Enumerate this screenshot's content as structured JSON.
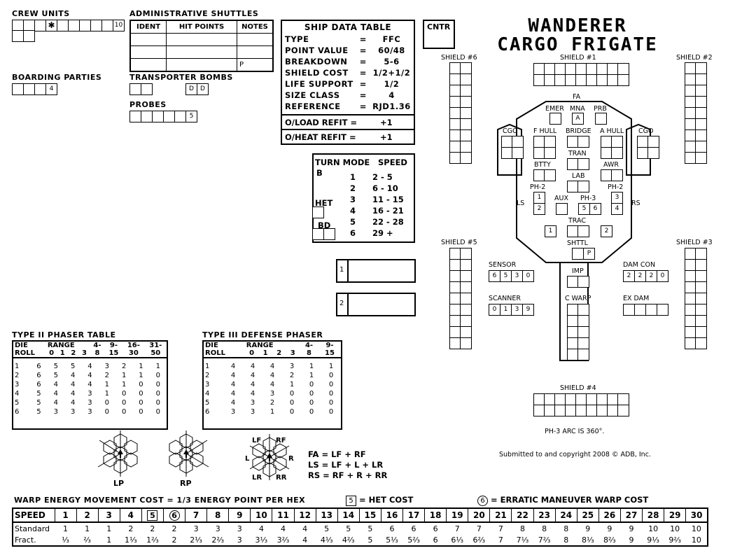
{
  "ship": {
    "title_line1": "WANDERER",
    "title_line2": "CARGO FRIGATE"
  },
  "crew": {
    "label": "CREW UNITS",
    "last_box": "10",
    "mark": "✱"
  },
  "boarding": {
    "label": "BOARDING PARTIES",
    "last_box": "4"
  },
  "shuttles": {
    "label": "ADMINISTRATIVE SHUTTLES",
    "headers": [
      "IDENT",
      "HIT POINTS",
      "NOTES"
    ],
    "note_p": "P"
  },
  "bombs": {
    "label": "TRANSPORTER BOMBS",
    "d1": "D",
    "d2": "D"
  },
  "probes": {
    "label": "PROBES",
    "last_box": "5"
  },
  "ship_data": {
    "header": "SHIP DATA TABLE",
    "rows": [
      {
        "k": "TYPE",
        "eq": "=",
        "v": "FFC"
      },
      {
        "k": "POINT VALUE",
        "eq": "=",
        "v": "60/48"
      },
      {
        "k": "BREAKDOWN",
        "eq": "=",
        "v": "5-6"
      },
      {
        "k": "SHIELD COST",
        "eq": "=",
        "v": "1/2+1/2"
      },
      {
        "k": "LIFE SUPPORT",
        "eq": "=",
        "v": "1/2"
      },
      {
        "k": "SIZE CLASS",
        "eq": "=",
        "v": "4"
      },
      {
        "k": "REFERENCE",
        "eq": "=",
        "v": "RJD1.36"
      }
    ],
    "refit1": {
      "k": "O/LOAD REFIT =",
      "v": "+1"
    },
    "refit2": {
      "k": "O/HEAT REFIT =",
      "v": "+1"
    }
  },
  "cntr": "CNTR",
  "turn_mode": {
    "h1": "TURN MODE",
    "h2": "SPEED",
    "b": "B",
    "het": "HET",
    "bd": "BD",
    "modes": [
      "1",
      "2",
      "3",
      "4",
      "5",
      "6"
    ],
    "speeds": [
      "2 - 5",
      "6 - 10",
      "11 - 15",
      "16 - 21",
      "22 - 28",
      "29 +"
    ]
  },
  "tracks": {
    "t1": "1",
    "t2": "2"
  },
  "shields": {
    "s1": "SHIELD #1",
    "s2": "SHIELD #2",
    "s3": "SHIELD #3",
    "s4": "SHIELD #4",
    "s5": "SHIELD #5",
    "s6": "SHIELD #6"
  },
  "ssd": {
    "fa": "FA",
    "emer": "EMER",
    "mna": "MNA",
    "mna_box": "A",
    "prb": "PRB",
    "cgo_l": "CGO",
    "cgo_r": "CGO",
    "fhull": "F HULL",
    "bridge": "BRIDGE",
    "ahull": "A HULL",
    "tran": "TRAN",
    "btty": "BTTY",
    "awr": "AWR",
    "lab": "LAB",
    "ph2_l": "PH-2",
    "ph2_r": "PH-2",
    "ls": "LS",
    "rs": "RS",
    "aux": "AUX",
    "ph3": "PH-3",
    "ph2l_boxes": [
      "1",
      "2"
    ],
    "ph2r_boxes": [
      "3",
      "4"
    ],
    "ph3_boxes": [
      "5",
      "6"
    ],
    "trac": "TRAC",
    "t1": "1",
    "t2": "2",
    "shttl": "SHTTL",
    "shttl_p": "P",
    "imp": "IMP",
    "cwarp": "C WARP",
    "sensor": "SENSOR",
    "sensor_vals": [
      "6",
      "5",
      "3",
      "0"
    ],
    "scanner": "SCANNER",
    "scanner_vals": [
      "0",
      "1",
      "3",
      "9"
    ],
    "damcon": "DAM CON",
    "damcon_vals": [
      "2",
      "2",
      "2",
      "0"
    ],
    "exdam": "EX DAM"
  },
  "ph3_arc": "PH-3 ARC IS 360°.",
  "copyright": "Submitted to and copyright 2008 © ADB, Inc.",
  "phaser2": {
    "title": "TYPE II PHASER TABLE",
    "die": "DIE",
    "roll": "ROLL",
    "range": "RANGE",
    "top": [
      "",
      "",
      "",
      "",
      "4-",
      "9-",
      "16-",
      "31-"
    ],
    "cols": [
      "0",
      "1",
      "2",
      "3",
      "8",
      "15",
      "30",
      "50"
    ],
    "rows": [
      [
        "1",
        "6",
        "5",
        "5",
        "4",
        "3",
        "2",
        "1",
        "1"
      ],
      [
        "2",
        "6",
        "5",
        "4",
        "4",
        "2",
        "1",
        "1",
        "0"
      ],
      [
        "3",
        "6",
        "4",
        "4",
        "4",
        "1",
        "1",
        "0",
        "0"
      ],
      [
        "4",
        "5",
        "4",
        "4",
        "3",
        "1",
        "0",
        "0",
        "0"
      ],
      [
        "5",
        "5",
        "4",
        "4",
        "3",
        "0",
        "0",
        "0",
        "0"
      ],
      [
        "6",
        "5",
        "3",
        "3",
        "3",
        "0",
        "0",
        "0",
        "0"
      ]
    ]
  },
  "phaser3": {
    "title": "TYPE III DEFENSE PHASER",
    "die": "DIE",
    "roll": "ROLL",
    "range": "RANGE",
    "top": [
      "",
      "",
      "",
      "",
      "4-",
      "9-"
    ],
    "cols": [
      "0",
      "1",
      "2",
      "3",
      "8",
      "15"
    ],
    "rows": [
      [
        "1",
        "4",
        "4",
        "4",
        "3",
        "1",
        "1"
      ],
      [
        "2",
        "4",
        "4",
        "4",
        "2",
        "1",
        "0"
      ],
      [
        "3",
        "4",
        "4",
        "4",
        "1",
        "0",
        "0"
      ],
      [
        "4",
        "4",
        "4",
        "3",
        "0",
        "0",
        "0"
      ],
      [
        "5",
        "4",
        "3",
        "2",
        "0",
        "0",
        "0"
      ],
      [
        "6",
        "3",
        "3",
        "1",
        "0",
        "0",
        "0"
      ]
    ]
  },
  "arcs": {
    "lp": "LP",
    "rp": "RP",
    "lf": "LF",
    "rf": "RF",
    "l": "L",
    "r": "R",
    "lr": "LR",
    "rr": "RR",
    "fa_eq": "FA = LF + RF",
    "ls_eq": "LS = LF + L + LR",
    "rs_eq": "RS = RF + R + RR"
  },
  "warp": {
    "title": "WARP ENERGY MOVEMENT COST = 1/3 ENERGY POINT PER HEX",
    "het_box": "5",
    "het_text": "= HET COST",
    "erratic_circle": "6",
    "erratic_text": "= ERRATIC MANEUVER WARP COST",
    "speed_label": "SPEED",
    "std_label": "Standard",
    "fract_label": "Fract.",
    "speeds": [
      "1",
      "2",
      "3",
      "4",
      "5",
      "6",
      "7",
      "8",
      "9",
      "10",
      "11",
      "12",
      "13",
      "14",
      "15",
      "16",
      "17",
      "18",
      "19",
      "20",
      "21",
      "22",
      "23",
      "24",
      "25",
      "26",
      "27",
      "28",
      "29",
      "30"
    ],
    "standard": [
      "1",
      "1",
      "1",
      "2",
      "2",
      "2",
      "3",
      "3",
      "3",
      "4",
      "4",
      "4",
      "5",
      "5",
      "5",
      "6",
      "6",
      "6",
      "7",
      "7",
      "7",
      "8",
      "8",
      "8",
      "9",
      "9",
      "9",
      "10",
      "10",
      "10"
    ],
    "fract": [
      "⅓",
      "⅔",
      "1",
      "1⅓",
      "1⅔",
      "2",
      "2⅓",
      "2⅔",
      "3",
      "3⅓",
      "3⅔",
      "4",
      "4⅓",
      "4⅔",
      "5",
      "5⅓",
      "5⅔",
      "6",
      "6⅓",
      "6⅔",
      "7",
      "7⅓",
      "7⅔",
      "8",
      "8⅓",
      "8⅔",
      "9",
      "9⅓",
      "9⅔",
      "10"
    ]
  }
}
